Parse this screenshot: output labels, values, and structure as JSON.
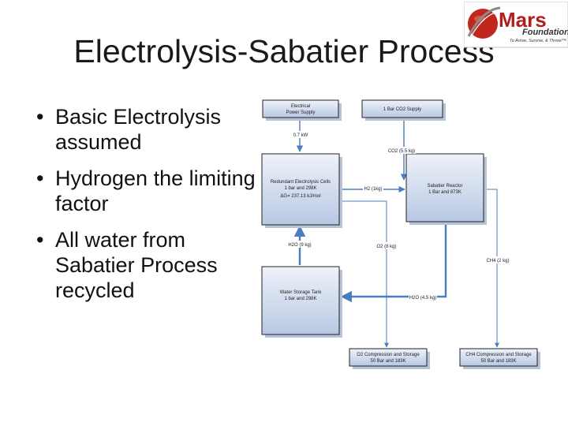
{
  "slide": {
    "title": "Electrolysis-Sabatier Process",
    "bullets": [
      "Basic Electrolysis assumed",
      "Hydrogen the limiting factor",
      "All water from Sabatier Process recycled"
    ]
  },
  "logo": {
    "name": "Mars",
    "name_suffix": "Foundation",
    "tagline": "To Arrive, Survive, & Thrive!™",
    "icon": "mars-planet-logo-icon"
  },
  "diagram": {
    "boxes": {
      "power": {
        "line1": "Electrical",
        "line2": "Power Supply"
      },
      "co2_supply": {
        "line1": "1 Bar CO2 Supply"
      },
      "electrolysis": {
        "line1": "Redundant Electrolysis Cells",
        "line2": "1 bar and 298K",
        "line3": "ΔG= 237.13 kJ/mol"
      },
      "sabatier": {
        "line1": "Sabatier Reactor",
        "line2": "1 Bar and 873K"
      },
      "water_tank": {
        "line1": "Water Storage Tank",
        "line2": "1 bar and 298K"
      },
      "o2_storage": {
        "line1": "O2 Compression and Storage",
        "line2": "50 Bar and 183K"
      },
      "ch4_storage": {
        "line1": "CH4 Compression and Storage",
        "line2": "50 Bar and 183K"
      }
    },
    "flows": {
      "power": "0.7 kW",
      "co2": "CO2 (5.5 kg)",
      "h2": "H2 (1kg)",
      "h2o_in": "H2O (9 kg)",
      "o2": "O2 (8 kg)",
      "ch4": "CH4 (2 kg)",
      "h2o_out": "H2O (4.5 kg)"
    },
    "colors": {
      "arrow": "#4a7cc0",
      "box_border": "#222222",
      "box_fill_top": "#eef2fa",
      "box_fill_bottom": "#b8c8e4",
      "shadow": "#b7c3d6"
    }
  }
}
